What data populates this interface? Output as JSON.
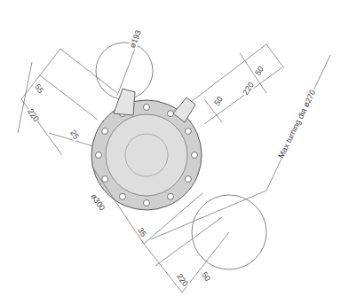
{
  "diagram": {
    "labels": [
      "ø193",
      "55",
      "220",
      "25",
      "50",
      "220",
      "50",
      "ø300",
      "35",
      "220",
      "50",
      "Max turning dia ø270"
    ]
  }
}
